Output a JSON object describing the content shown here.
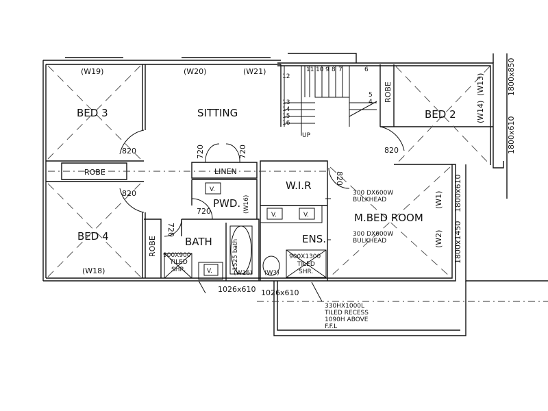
{
  "rooms": {
    "bed3": "BED 3",
    "sitting": "SITTING",
    "bed2": "BED 2",
    "bed4": "BED 4",
    "mbed": "M.BED ROOM",
    "wir": "W.I.R",
    "pwd": "PWD.",
    "bath": "BATH",
    "ens": "ENS.",
    "robe_left": "ROBE",
    "robe_bed4": "ROBE",
    "robe_bed2": "ROBE",
    "linen": "LINEN"
  },
  "windows": {
    "w19": "(W19)",
    "w20": "(W20)",
    "w21": "(W21)",
    "w13": "(W13)",
    "w14": "(W14)",
    "w18": "(W18)",
    "w1": "(W1)",
    "w2": "(W2)",
    "w16a": "(W16)",
    "w16b": "(W16)",
    "w3": "(W3)"
  },
  "dimensions": {
    "d_bed3": "820",
    "d_bed4": "820",
    "d_bed2": "820",
    "d_mbed": "820",
    "d_linen1": "720",
    "d_linen2": "720",
    "d_pwd": "720",
    "d_bath": "720",
    "win_right_top": "1800x850",
    "win_right_mid": "1800x610",
    "win_mbed_top": "1800x610",
    "win_mbed_bot": "1800x1450",
    "win_bath": "1026x610",
    "win_ens": "1026x610",
    "bath_tub": "1525 bath"
  },
  "stairs": {
    "steps": [
      "11",
      "10",
      "9",
      "8",
      "7",
      "6",
      "12",
      "5",
      "4",
      "13",
      "14",
      "15",
      "16"
    ],
    "up": "UP"
  },
  "fixtures": {
    "basin": "V.",
    "shr_bath": [
      "900X900",
      "TILED",
      "SHR."
    ],
    "shr_ens": [
      "900X1300",
      "TILED",
      "SHR."
    ]
  },
  "notes": {
    "bulkhead1": [
      "300 DX600W",
      "BULKHEAD"
    ],
    "bulkhead2": [
      "300 DX600W",
      "BULKHEAD"
    ],
    "recess": [
      "330HX1000L",
      "TILED RECESS",
      "1090H ABOVE",
      "F.F.L"
    ]
  }
}
